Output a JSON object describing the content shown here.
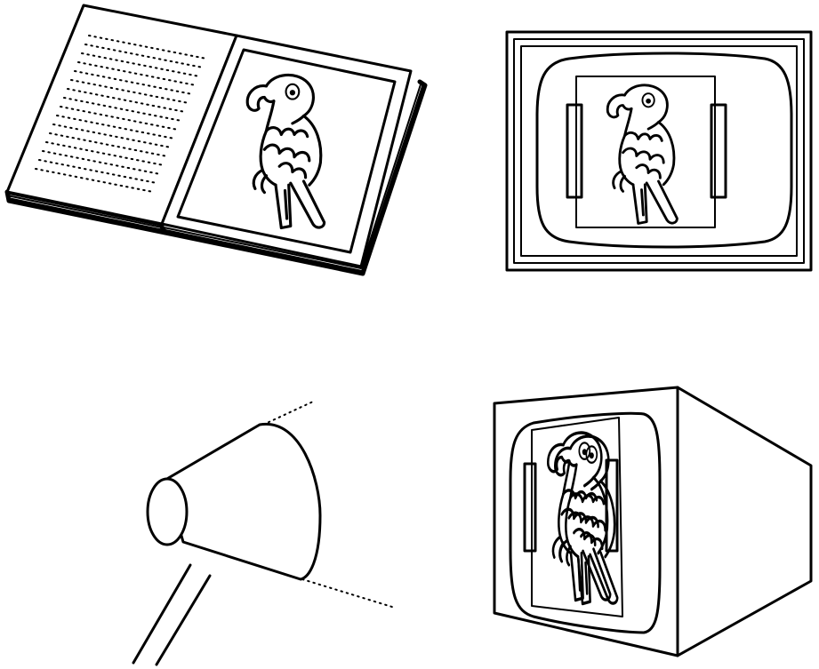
{
  "figure": {
    "panels": [
      {
        "id": "open-book",
        "depicts": [
          "book-icon",
          "parrot-picture"
        ]
      },
      {
        "id": "tv-screen-front",
        "depicts": [
          "television-icon",
          "parrot-picture"
        ]
      },
      {
        "id": "projector-lamp",
        "depicts": [
          "lamp-icon",
          "light-beam-dotted-lines"
        ]
      },
      {
        "id": "tv-screen-perspective",
        "depicts": [
          "television-icon",
          "parrot-picture"
        ]
      }
    ],
    "colors": {
      "ink": "#000000",
      "paper": "#ffffff"
    }
  }
}
